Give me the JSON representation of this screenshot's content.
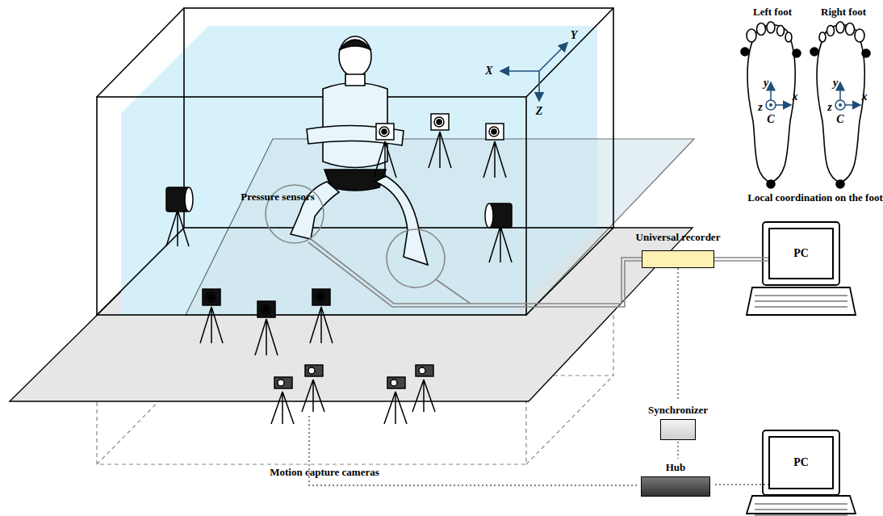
{
  "diagram": {
    "nodes": [
      {
        "text": [
          "Universal recorder"
        ]
      },
      {
        "text": [
          "PC"
        ]
      },
      {
        "text": [
          "Synchronizer"
        ]
      },
      {
        "text": [
          "Hub"
        ]
      },
      {
        "text": [
          "PC"
        ]
      }
    ],
    "edges": [
      {
        "from": 0,
        "to": 1,
        "arrow": "none"
      },
      {
        "from": 0,
        "to": 2,
        "arrow": "none"
      },
      {
        "from": 2,
        "to": 3,
        "arrow": "none"
      },
      {
        "from": 3,
        "to": 4,
        "arrow": "none"
      }
    ],
    "labels": [
      "Left foot",
      "Right foot",
      "y",
      "z",
      "x",
      "C",
      "y",
      "z",
      "x",
      "C",
      "Local coordination on the foot",
      "X",
      "Y",
      "Z",
      "Pressure sensors",
      "Motion capture cameras"
    ]
  }
}
